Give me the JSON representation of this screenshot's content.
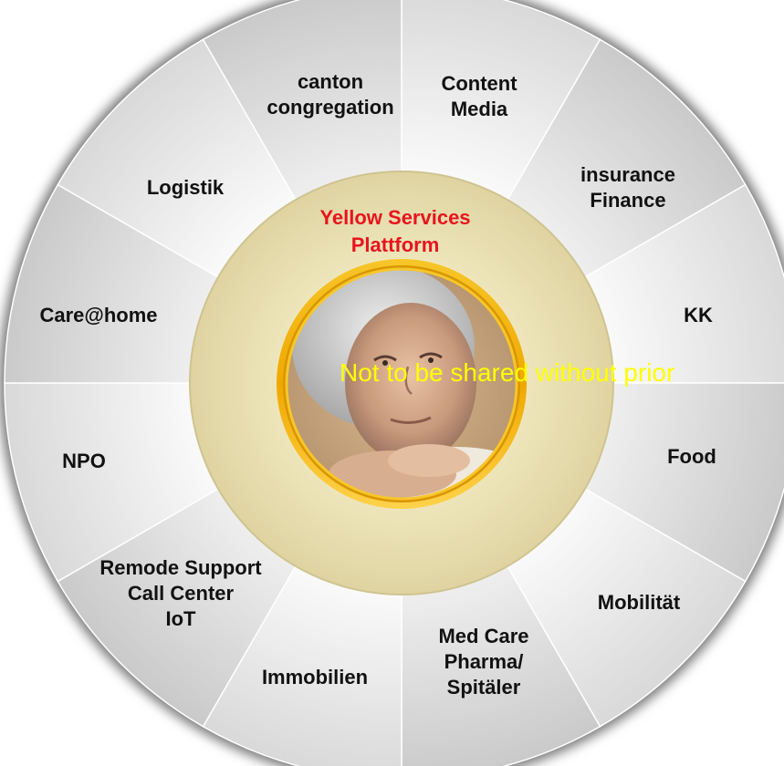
{
  "center": {
    "label_lines": [
      "Yellow Services",
      "Plattform"
    ],
    "colors": {
      "label": "#e8141d",
      "ring_fill": "#e6dcaa",
      "portrait_ring": "#f2b705"
    },
    "portrait": "elderly-woman-portrait"
  },
  "watermark": {
    "text": "Not to be shared without prior",
    "color": "#ffff00"
  },
  "segments": [
    {
      "id": "content-media",
      "lines": [
        "Content",
        "Media"
      ]
    },
    {
      "id": "insurance-finance",
      "lines": [
        "insurance",
        "Finance"
      ]
    },
    {
      "id": "kk",
      "lines": [
        "KK"
      ]
    },
    {
      "id": "food",
      "lines": [
        "Food"
      ]
    },
    {
      "id": "mobilitaet",
      "lines": [
        "Mobilität"
      ]
    },
    {
      "id": "med-care",
      "lines": [
        "Med Care",
        "Pharma/",
        "Spitäler"
      ]
    },
    {
      "id": "immobilien",
      "lines": [
        "Immobilien"
      ]
    },
    {
      "id": "remote-support",
      "lines": [
        "Remode Support",
        "Call Center",
        "IoT"
      ]
    },
    {
      "id": "npo",
      "lines": [
        "NPO"
      ]
    },
    {
      "id": "care-home",
      "lines": [
        "Care@home"
      ]
    },
    {
      "id": "logistik",
      "lines": [
        "Logistik"
      ]
    },
    {
      "id": "canton-congregation",
      "lines": [
        "canton",
        "congregation"
      ]
    }
  ]
}
